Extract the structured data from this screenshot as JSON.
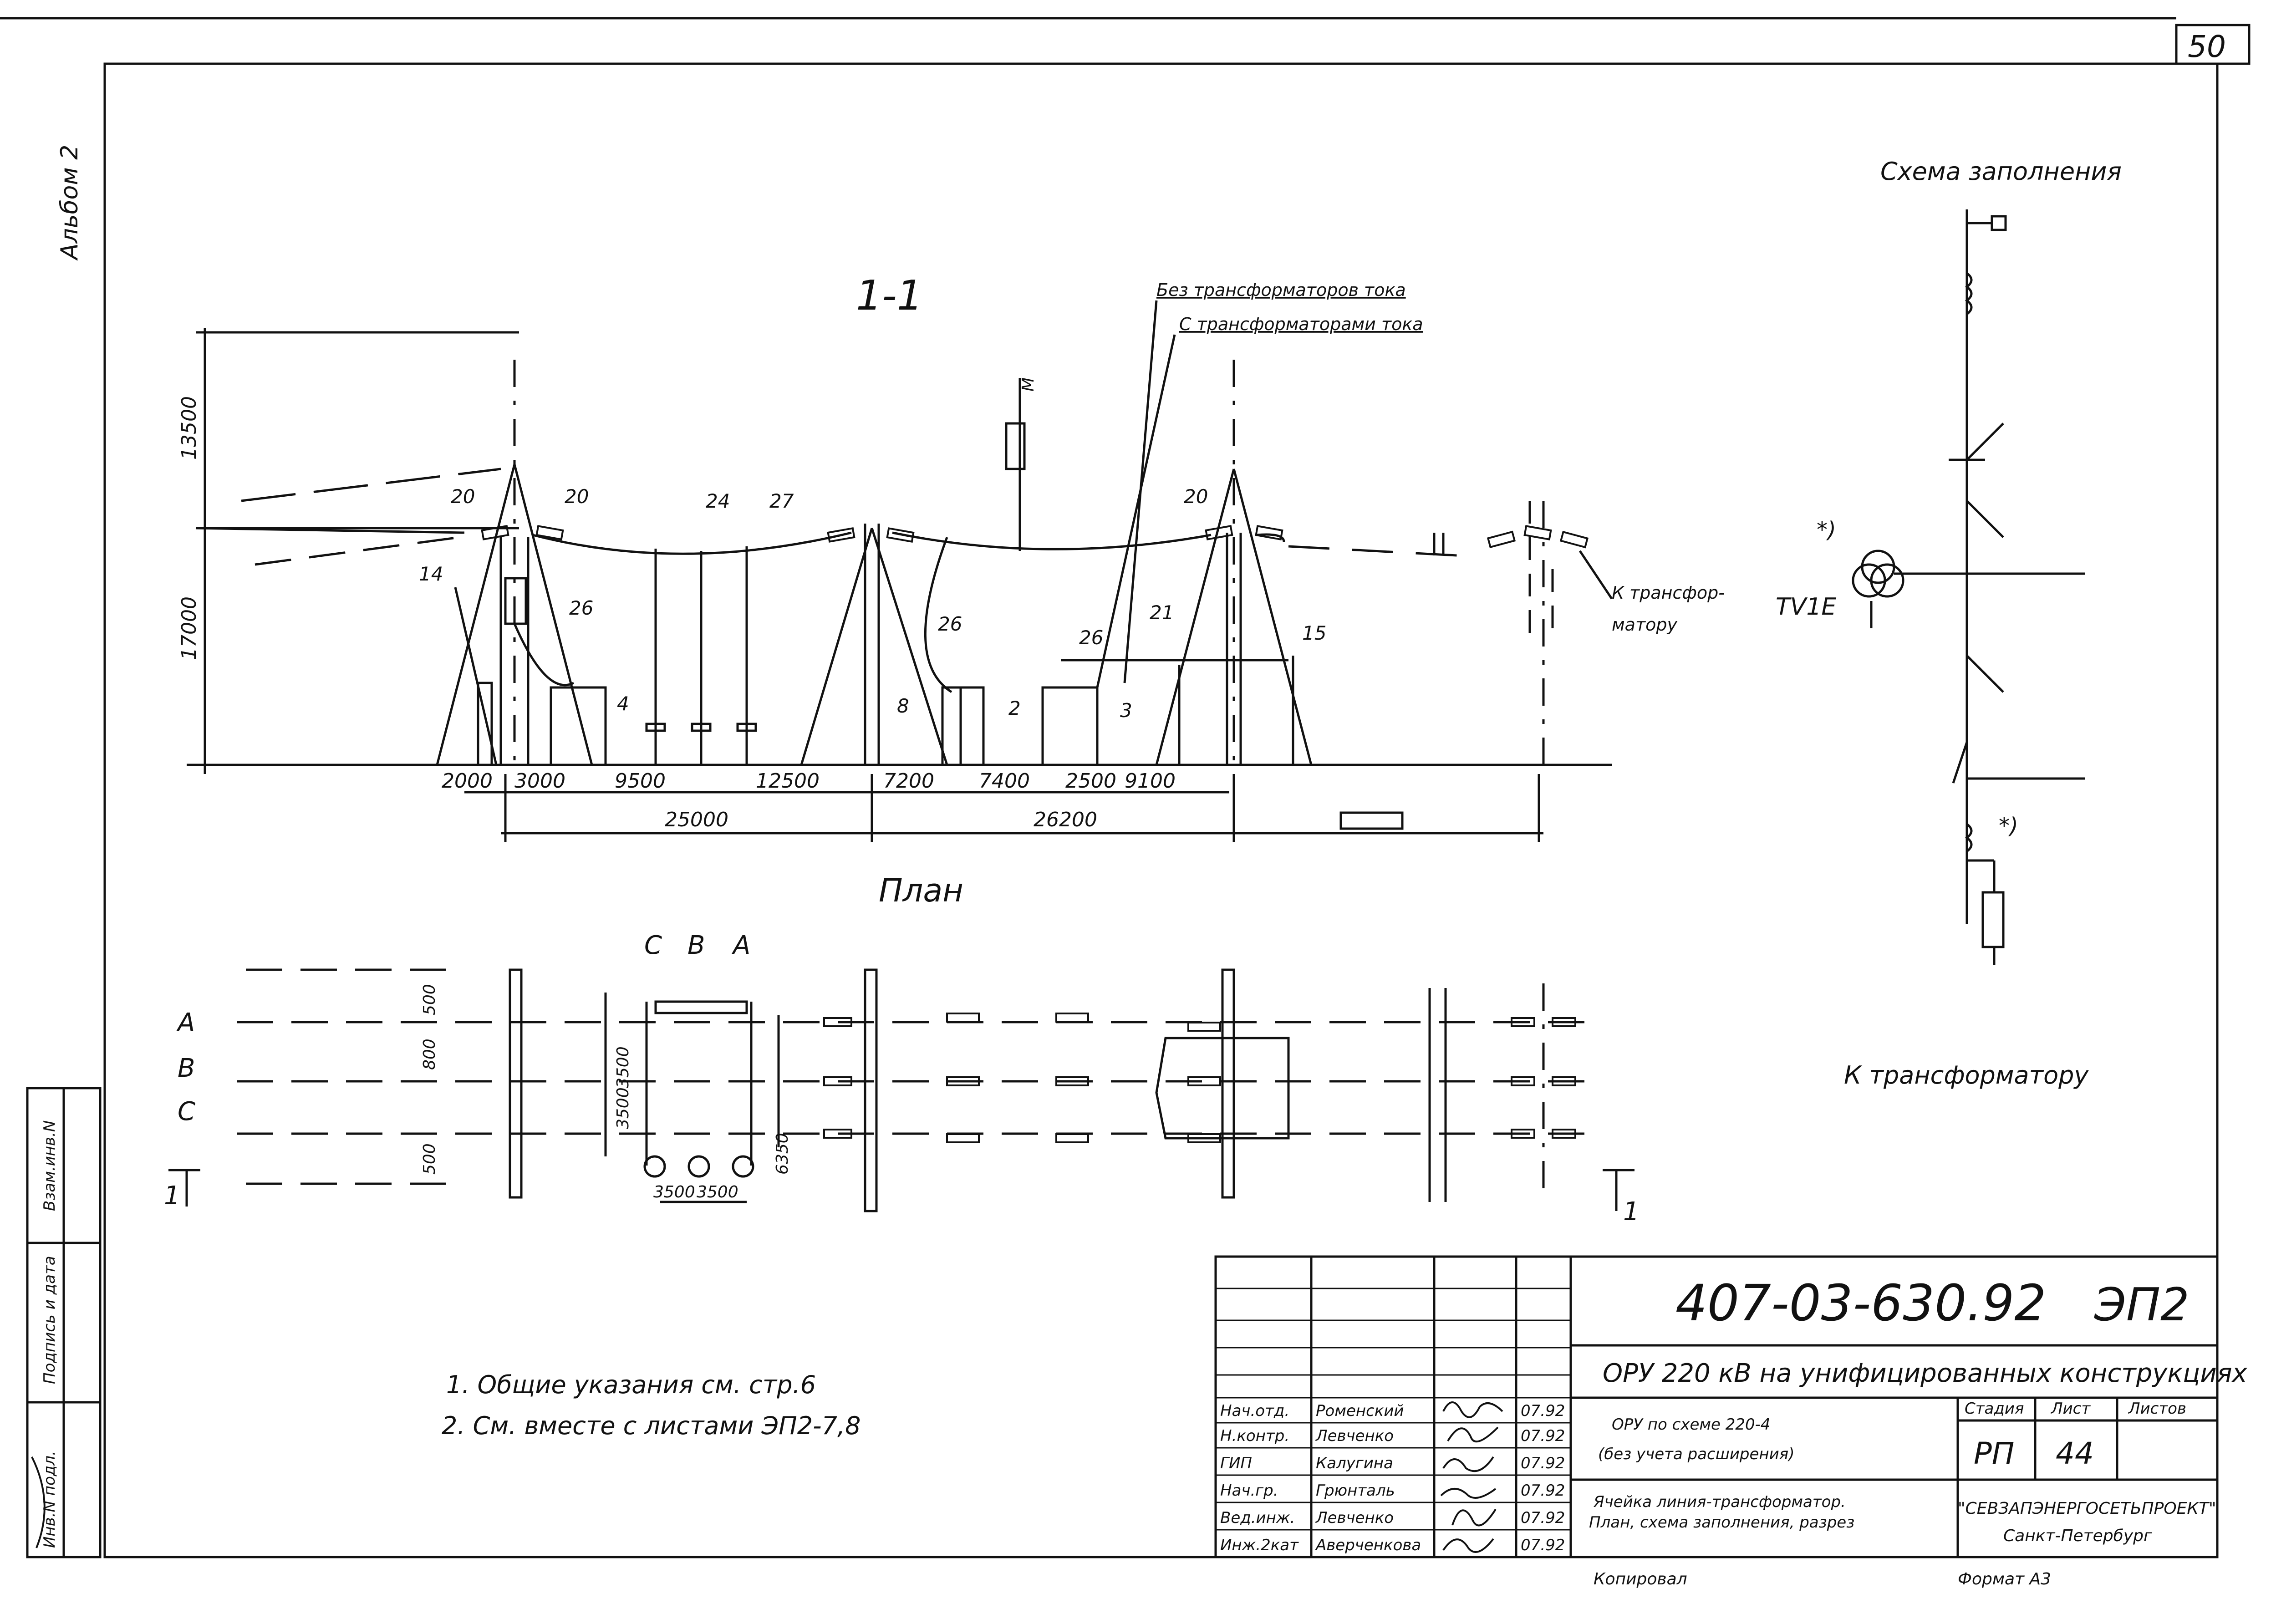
{
  "sheet": {
    "page_number": "50",
    "album": "Альбом 2",
    "format": "Формат А3",
    "copied": "Копировал"
  },
  "section_1_1": {
    "title": "1-1",
    "label_no_ct": "Без трансформаторов тока",
    "label_with_ct": "С трансформаторами тока",
    "to_transformer": [
      "К трансфор-",
      "матору"
    ],
    "height_dims": [
      "13500",
      "17000"
    ],
    "bottom_dims": [
      "2000",
      "3000",
      "9500",
      "12500",
      "7200",
      "7400",
      "2500",
      "9100"
    ],
    "overall_dims": [
      "25000",
      "26200"
    ],
    "callouts": [
      "20",
      "20",
      "24",
      "27",
      "20",
      "14",
      "26",
      "4",
      "26",
      "26",
      "8",
      "2",
      "3",
      "21",
      "15"
    ],
    "mast_label": "M"
  },
  "plan": {
    "title": "План",
    "phases_top": [
      "C",
      "B",
      "A"
    ],
    "phases_left": [
      "A",
      "B",
      "C"
    ],
    "left_dims": [
      "500",
      "800",
      "500"
    ],
    "dims": [
      "3500",
      "3500",
      "6350",
      "3500",
      "3500"
    ],
    "cut_marks": [
      "1",
      "1"
    ]
  },
  "fill_scheme": {
    "title": "Схема заполнения",
    "tv_label": "TV1E",
    "mark": "*)",
    "to_transformer": "К трансформатору"
  },
  "notes": [
    "1. Общие указания см. стр.6",
    "2. См. вместе с листами ЭП2-7,8"
  ],
  "title_block": {
    "doc_code": "407-03-630.92",
    "doc_section": "ЭП2",
    "project": "ОРУ 220 кВ на унифицированных конструкциях",
    "scheme_line1": "ОРУ по схеме 220-4",
    "scheme_line2": "(без учета расширения)",
    "sheet_desc1": "Ячейка линия-трансформатор.",
    "sheet_desc2": "План, схема заполнения, разрез",
    "stage_header": "Стадия",
    "sheet_header": "Лист",
    "sheets_header": "Листов",
    "stage": "РП",
    "sheet": "44",
    "org1": "\"СЕВЗАПЭНЕРГОСЕТЬПРОЕКТ\"",
    "org2": "Санкт-Петербург",
    "staff": [
      {
        "role": "Нач.отд.",
        "name": "Роменский",
        "date": "07.92"
      },
      {
        "role": "Н.контр.",
        "name": "Левченко",
        "date": "07.92"
      },
      {
        "role": "ГИП",
        "name": "Калугина",
        "date": "07.92"
      },
      {
        "role": "Нач.гр.",
        "name": "Грюнталь",
        "date": "07.92"
      },
      {
        "role": "Вед.инж.",
        "name": "Левченко",
        "date": "07.92"
      },
      {
        "role": "Инж.2кат",
        "name": "Аверченкова",
        "date": "07.92"
      }
    ]
  },
  "side_stamp": {
    "col1": "Взам.инв.N",
    "col2": "Подпись и дата",
    "col3": "Инв.N подл."
  }
}
